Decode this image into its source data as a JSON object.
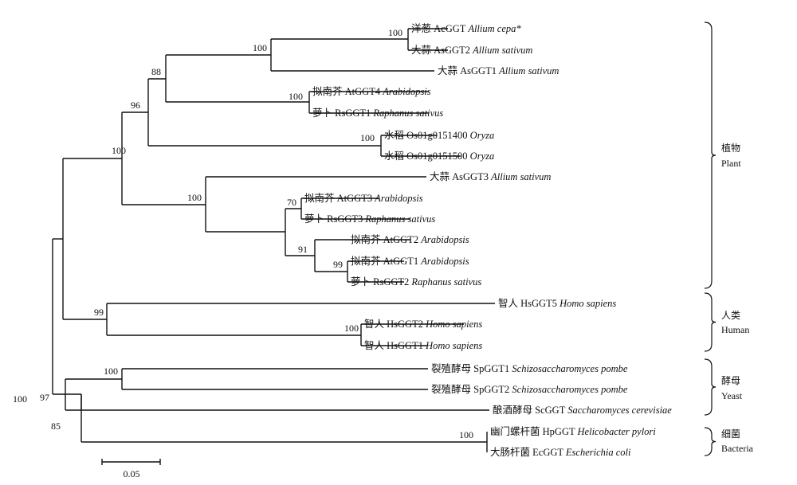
{
  "tree": {
    "taxa": [
      {
        "cn": "洋葱",
        "gene": "AcGGT",
        "species": "Allium cepa*"
      },
      {
        "cn": "大蒜",
        "gene": "AsGGT2",
        "species": "Allium sativum"
      },
      {
        "cn": "大蒜",
        "gene": "AsGGT1",
        "species": "Allium sativum"
      },
      {
        "cn": "拟南芥",
        "gene": "AtGGT4",
        "species": "Arabidopsis"
      },
      {
        "cn": "萝卜",
        "gene": "RsGGT1",
        "species": "Raphanus sativus"
      },
      {
        "cn": "水稻",
        "gene": "Os01g0151400",
        "species": "Oryza"
      },
      {
        "cn": "水稻",
        "gene": "Os01g0151500",
        "species": "Oryza"
      },
      {
        "cn": "大蒜",
        "gene": "AsGGT3",
        "species": "Allium sativum"
      },
      {
        "cn": "拟南芥",
        "gene": "AtGGT3",
        "species": "Arabidopsis"
      },
      {
        "cn": "萝卜",
        "gene": "RsGGT3",
        "species": "Raphanus sativus"
      },
      {
        "cn": "拟南芥",
        "gene": "AtGGT2",
        "species": "Arabidopsis"
      },
      {
        "cn": "拟南芥",
        "gene": "AtGGT1",
        "species": "Arabidopsis"
      },
      {
        "cn": "萝卜",
        "gene": "RsGGT2",
        "species": "Raphanus sativus"
      },
      {
        "cn": "智人",
        "gene": "HsGGT5",
        "species": "Homo sapiens"
      },
      {
        "cn": "智人",
        "gene": "HsGGT2",
        "species": "Homo sapiens"
      },
      {
        "cn": "智人",
        "gene": "HsGGT1",
        "species": "Homo sapiens"
      },
      {
        "cn": "裂殖酵母",
        "gene": "SpGGT1",
        "species": "Schizosaccharomyces pombe"
      },
      {
        "cn": "裂殖酵母",
        "gene": "SpGGT2",
        "species": "Schizosaccharomyces pombe"
      },
      {
        "cn": "酿酒酵母",
        "gene": "ScGGT",
        "species": "Saccharomyces cerevisiae"
      },
      {
        "cn": "幽门螺杆菌",
        "gene": "HpGGT",
        "species": "Helicobacter pylori"
      },
      {
        "cn": "大肠杆菌",
        "gene": "EcGGT",
        "species": "Escherichia coli"
      }
    ],
    "bootstrap_values": [
      "100",
      "100",
      "88",
      "100",
      "96",
      "100",
      "100",
      "70",
      "91",
      "99",
      "100",
      "100",
      "99",
      "100",
      "100",
      "97",
      "85",
      "100"
    ],
    "groups": [
      {
        "cn": "植物",
        "en": "Plant"
      },
      {
        "cn": "人类",
        "en": "Human"
      },
      {
        "cn": "酵母",
        "en": "Yeast"
      },
      {
        "cn": "细菌",
        "en": "Bacteria"
      }
    ],
    "scale_label": "0.05"
  }
}
